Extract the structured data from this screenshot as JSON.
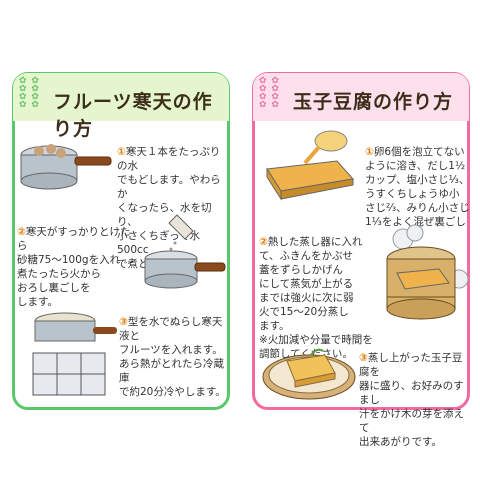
{
  "left": {
    "title": "フルーツ寒天の作り方",
    "steps": [
      {
        "num": "①",
        "text": "寒天１本をたっぷりの水\nでもどします。やわらか\nくなったら、水を切り、\n小さくちぎって水500cc\nで煮とかします。"
      },
      {
        "num": "②",
        "text": "寒天がすっかりとけたら\n砂糖75〜100gを入れ\n煮たったら火から\nおろし裏ごしを\nします。"
      },
      {
        "num": "③",
        "text": "型を水でぬらし寒天液と\nフルーツを入れます。\nあら熱がとれたら冷蔵庫\nで約20分冷やします。"
      }
    ]
  },
  "right": {
    "title": "玉子豆腐の作り方",
    "steps": [
      {
        "num": "①",
        "text": "卵6個を泡立てない\nように溶き、だし1½\nカップ、塩小さじ⅓、\nうすくちしょうゆ小\nさじ⅔、みりん小さじ\n1⅓をよく混ぜ裏ごし"
      },
      {
        "num": "②",
        "text": "熱した蒸し器に入れ\nて、ふきんをかぶせ\n蓋をずらしかげん\nにして蒸気が上がる\nまでは強火に次に弱\n火で15〜20分蒸し\nます。\n※火加減や分量で時間を\n調節してください。"
      },
      {
        "num": "③",
        "text": "蒸し上がった玉子豆腐を\n器に盛り、お好みのすまし\n汁をかけ木の芽を添えて\n出来あがりです。"
      }
    ]
  },
  "colors": {
    "left_border": "#5cc66a",
    "right_border": "#f26aa0",
    "left_header": "#e5f6cf",
    "right_header": "#fde0ec",
    "number": "#e07b00"
  }
}
